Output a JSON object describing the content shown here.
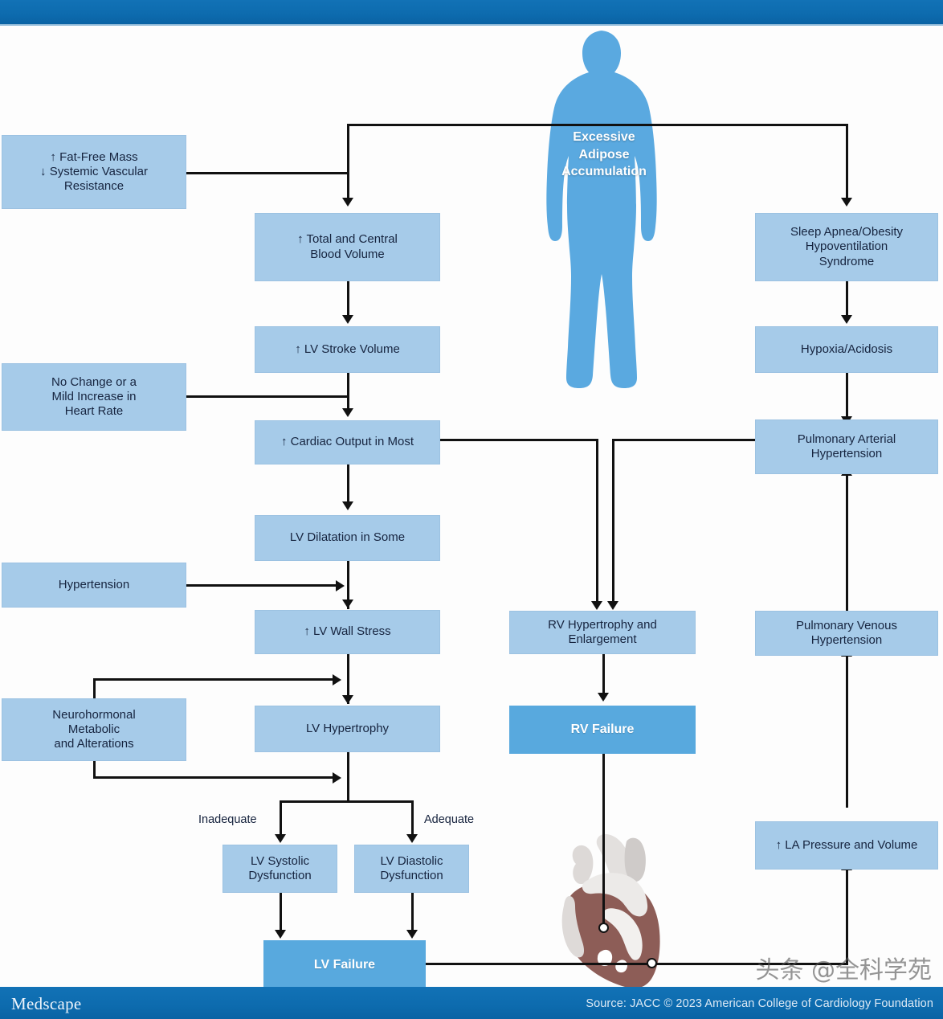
{
  "header": {
    "bar_color": "#0d6bae"
  },
  "footer": {
    "logo": "Medscape",
    "source": "Source: JACC © 2023 American College of Cardiology Foundation",
    "watermark": "头条 @全科学苑"
  },
  "colors": {
    "box_light": "#a6cbe9",
    "box_dark": "#58a9de",
    "body_silhouette": "#5aa9e0",
    "line": "#111111",
    "text_dark": "#16243f",
    "text_light": "#ffffff",
    "bar_blue": "#0d6bae"
  },
  "diagram": {
    "type": "flowchart",
    "title": "Cardiovascular consequences of excessive adipose accumulation",
    "central_figure": {
      "name": "obese-body-silhouette",
      "label": "Excessive\nAdipose\nAccumulation"
    },
    "heart_figure": {
      "name": "heart-illustration"
    },
    "nodes": [
      {
        "id": "fat_free_mass",
        "label": "↑ Fat-Free Mass\n↓ Systemic Vascular\nResistance",
        "style": "light"
      },
      {
        "id": "blood_volume",
        "label": "↑ Total and Central\nBlood Volume",
        "style": "light"
      },
      {
        "id": "stroke_volume",
        "label": "↑ LV Stroke Volume",
        "style": "light"
      },
      {
        "id": "heart_rate",
        "label": "No Change or a\nMild Increase in\nHeart Rate",
        "style": "light"
      },
      {
        "id": "cardiac_output",
        "label": "↑ Cardiac Output in Most",
        "style": "light"
      },
      {
        "id": "lv_dilatation",
        "label": "LV Dilatation in Some",
        "style": "light"
      },
      {
        "id": "hypertension",
        "label": "Hypertension",
        "style": "light"
      },
      {
        "id": "lv_wall_stress",
        "label": "↑ LV Wall Stress",
        "style": "light"
      },
      {
        "id": "neurohormonal",
        "label": "Neurohormonal\nMetabolic\nand Alterations",
        "style": "light"
      },
      {
        "id": "lv_hypertrophy",
        "label": "LV Hypertrophy",
        "style": "light"
      },
      {
        "id": "lv_systolic",
        "label": "LV Systolic\nDysfunction",
        "style": "light"
      },
      {
        "id": "lv_diastolic",
        "label": "LV Diastolic\nDysfunction",
        "style": "light"
      },
      {
        "id": "lv_failure",
        "label": "LV Failure",
        "style": "dark"
      },
      {
        "id": "rv_hypertrophy",
        "label": "RV Hypertrophy and\nEnlargement",
        "style": "light"
      },
      {
        "id": "rv_failure",
        "label": "RV Failure",
        "style": "dark"
      },
      {
        "id": "sleep_apnea",
        "label": "Sleep Apnea/Obesity\nHypoventilation\nSyndrome",
        "style": "light"
      },
      {
        "id": "hypoxia",
        "label": "Hypoxia/Acidosis",
        "style": "light"
      },
      {
        "id": "pah",
        "label": "Pulmonary Arterial\nHypertension",
        "style": "light"
      },
      {
        "id": "pvh",
        "label": "Pulmonary Venous\nHypertension",
        "style": "light"
      },
      {
        "id": "la_pressure",
        "label": "↑ LA Pressure and Volume",
        "style": "light"
      }
    ],
    "edge_labels": {
      "inadequate": "Inadequate",
      "adequate": "Adequate"
    },
    "edges": [
      {
        "from": "adipose",
        "to": "blood_volume"
      },
      {
        "from": "adipose",
        "to": "sleep_apnea"
      },
      {
        "from": "fat_free_mass",
        "to": "blood_volume"
      },
      {
        "from": "blood_volume",
        "to": "stroke_volume"
      },
      {
        "from": "stroke_volume",
        "to": "cardiac_output"
      },
      {
        "from": "heart_rate",
        "to": "cardiac_output"
      },
      {
        "from": "cardiac_output",
        "to": "lv_dilatation"
      },
      {
        "from": "cardiac_output",
        "to": "rv_hypertrophy"
      },
      {
        "from": "lv_dilatation",
        "to": "lv_wall_stress"
      },
      {
        "from": "hypertension",
        "to": "lv_wall_stress"
      },
      {
        "from": "lv_wall_stress",
        "to": "lv_hypertrophy"
      },
      {
        "from": "neurohormonal",
        "to": "lv_wall_stress"
      },
      {
        "from": "neurohormonal",
        "to": "lv_hypertrophy"
      },
      {
        "from": "lv_hypertrophy",
        "to": "lv_systolic",
        "label": "Inadequate"
      },
      {
        "from": "lv_hypertrophy",
        "to": "lv_diastolic",
        "label": "Adequate"
      },
      {
        "from": "lv_systolic",
        "to": "lv_failure"
      },
      {
        "from": "lv_diastolic",
        "to": "lv_failure"
      },
      {
        "from": "lv_failure",
        "to": "la_pressure"
      },
      {
        "from": "sleep_apnea",
        "to": "hypoxia"
      },
      {
        "from": "hypoxia",
        "to": "pah"
      },
      {
        "from": "pah",
        "to": "rv_hypertrophy"
      },
      {
        "from": "pvh",
        "to": "pah"
      },
      {
        "from": "la_pressure",
        "to": "pvh"
      },
      {
        "from": "rv_hypertrophy",
        "to": "rv_failure"
      },
      {
        "from": "rv_failure",
        "to": "heart"
      }
    ]
  }
}
